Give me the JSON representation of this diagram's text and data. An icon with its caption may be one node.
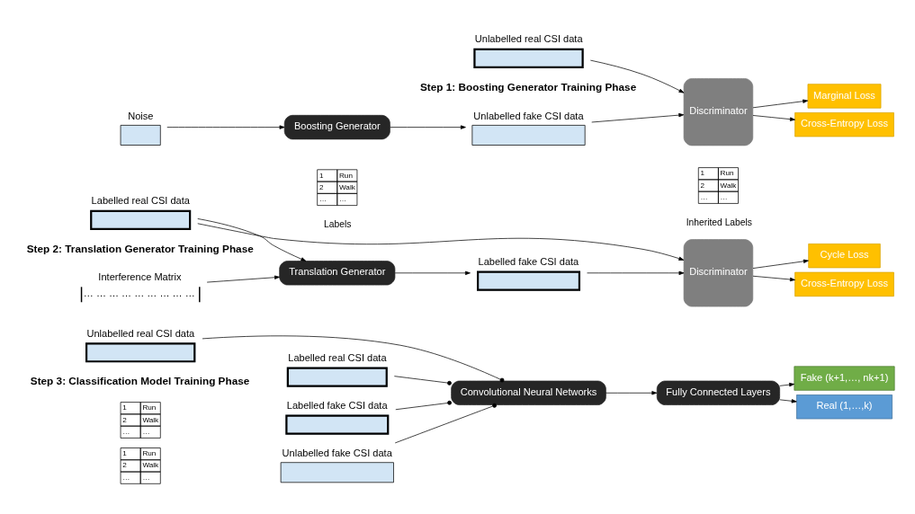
{
  "diagram": {
    "nodes": [
      {
        "text": [
          "Unlabelled real CSI data"
        ]
      },
      {
        "text": [
          "Noise"
        ]
      },
      {
        "text": [
          "Boosting Generator"
        ]
      },
      {
        "text": [
          "Unlabelled fake CSI data"
        ]
      },
      {
        "text": [
          "Discriminator"
        ]
      },
      {
        "text": [
          "Cross-Entropy Loss"
        ]
      },
      {
        "text": [
          "Marginal Loss"
        ]
      },
      {
        "text": [
          "Labelled real CSI data"
        ]
      },
      {
        "text": [
          "Interference Matrix",
          "… … … … … … … … …"
        ]
      },
      {
        "text": [
          "Translation Generator"
        ]
      },
      {
        "text": [
          "Labelled fake CSI data"
        ]
      },
      {
        "text": [
          "Discriminator"
        ]
      },
      {
        "text": [
          "Cross-Entropy Loss"
        ]
      },
      {
        "text": [
          "Cycle Loss"
        ]
      },
      {
        "text": [
          "Unlabelled real CSI data"
        ]
      },
      {
        "text": [
          "Labelled real CSI data"
        ]
      },
      {
        "text": [
          "Unlabelled fake CSI data"
        ]
      },
      {
        "text": [
          "Labelled fake CSI data"
        ]
      },
      {
        "text": [
          "Convolutional Neural Networks"
        ]
      },
      {
        "text": [
          "Fully Connected Layers"
        ]
      },
      {
        "text": [
          "Real (1,…,k)"
        ]
      },
      {
        "text": [
          "Fake (k+1,…, nk+1)"
        ]
      }
    ],
    "edges": [
      {
        "from": 0,
        "to": 4,
        "arrow": "to"
      },
      {
        "from": 1,
        "to": 2,
        "arrow": "to"
      },
      {
        "from": 2,
        "to": 3,
        "arrow": "to"
      },
      {
        "from": 3,
        "to": 4,
        "arrow": "to"
      },
      {
        "from": 4,
        "to": 5,
        "arrow": "to"
      },
      {
        "from": 4,
        "to": 6,
        "arrow": "to"
      },
      {
        "from": 7,
        "to": 11,
        "arrow": "to"
      },
      {
        "from": 7,
        "to": 9,
        "arrow": "to"
      },
      {
        "from": 8,
        "to": 9,
        "arrow": "to"
      },
      {
        "from": 9,
        "to": 10,
        "arrow": "to"
      },
      {
        "from": 10,
        "to": 11,
        "arrow": "to"
      },
      {
        "from": 11,
        "to": 12,
        "arrow": "to"
      },
      {
        "from": 11,
        "to": 13,
        "arrow": "to"
      },
      {
        "from": 14,
        "to": 18,
        "arrow": "other"
      },
      {
        "from": 15,
        "to": 18,
        "arrow": "other"
      },
      {
        "from": 16,
        "to": 18,
        "arrow": "other"
      },
      {
        "from": 17,
        "to": 18,
        "arrow": "other"
      },
      {
        "from": 18,
        "to": 19,
        "arrow": "to"
      },
      {
        "from": 19,
        "to": 20,
        "arrow": "to"
      },
      {
        "from": 19,
        "to": 21,
        "arrow": "to"
      }
    ],
    "labels": [
      "Step 1: Boosting Generator Training Phase",
      "Step 2: Translation Generator Training Phase",
      "Labels",
      "1",
      "Run",
      "2",
      "Walk",
      "…",
      "…",
      "Inherited Labels",
      "1",
      "Run",
      "2",
      "Walk",
      "…",
      "…",
      "Step 3: Classification Model Training Phase",
      "1",
      "Run",
      "2",
      "Walk",
      "…",
      "…",
      "1",
      "Run",
      "2",
      "Walk",
      "…",
      "…"
    ]
  }
}
